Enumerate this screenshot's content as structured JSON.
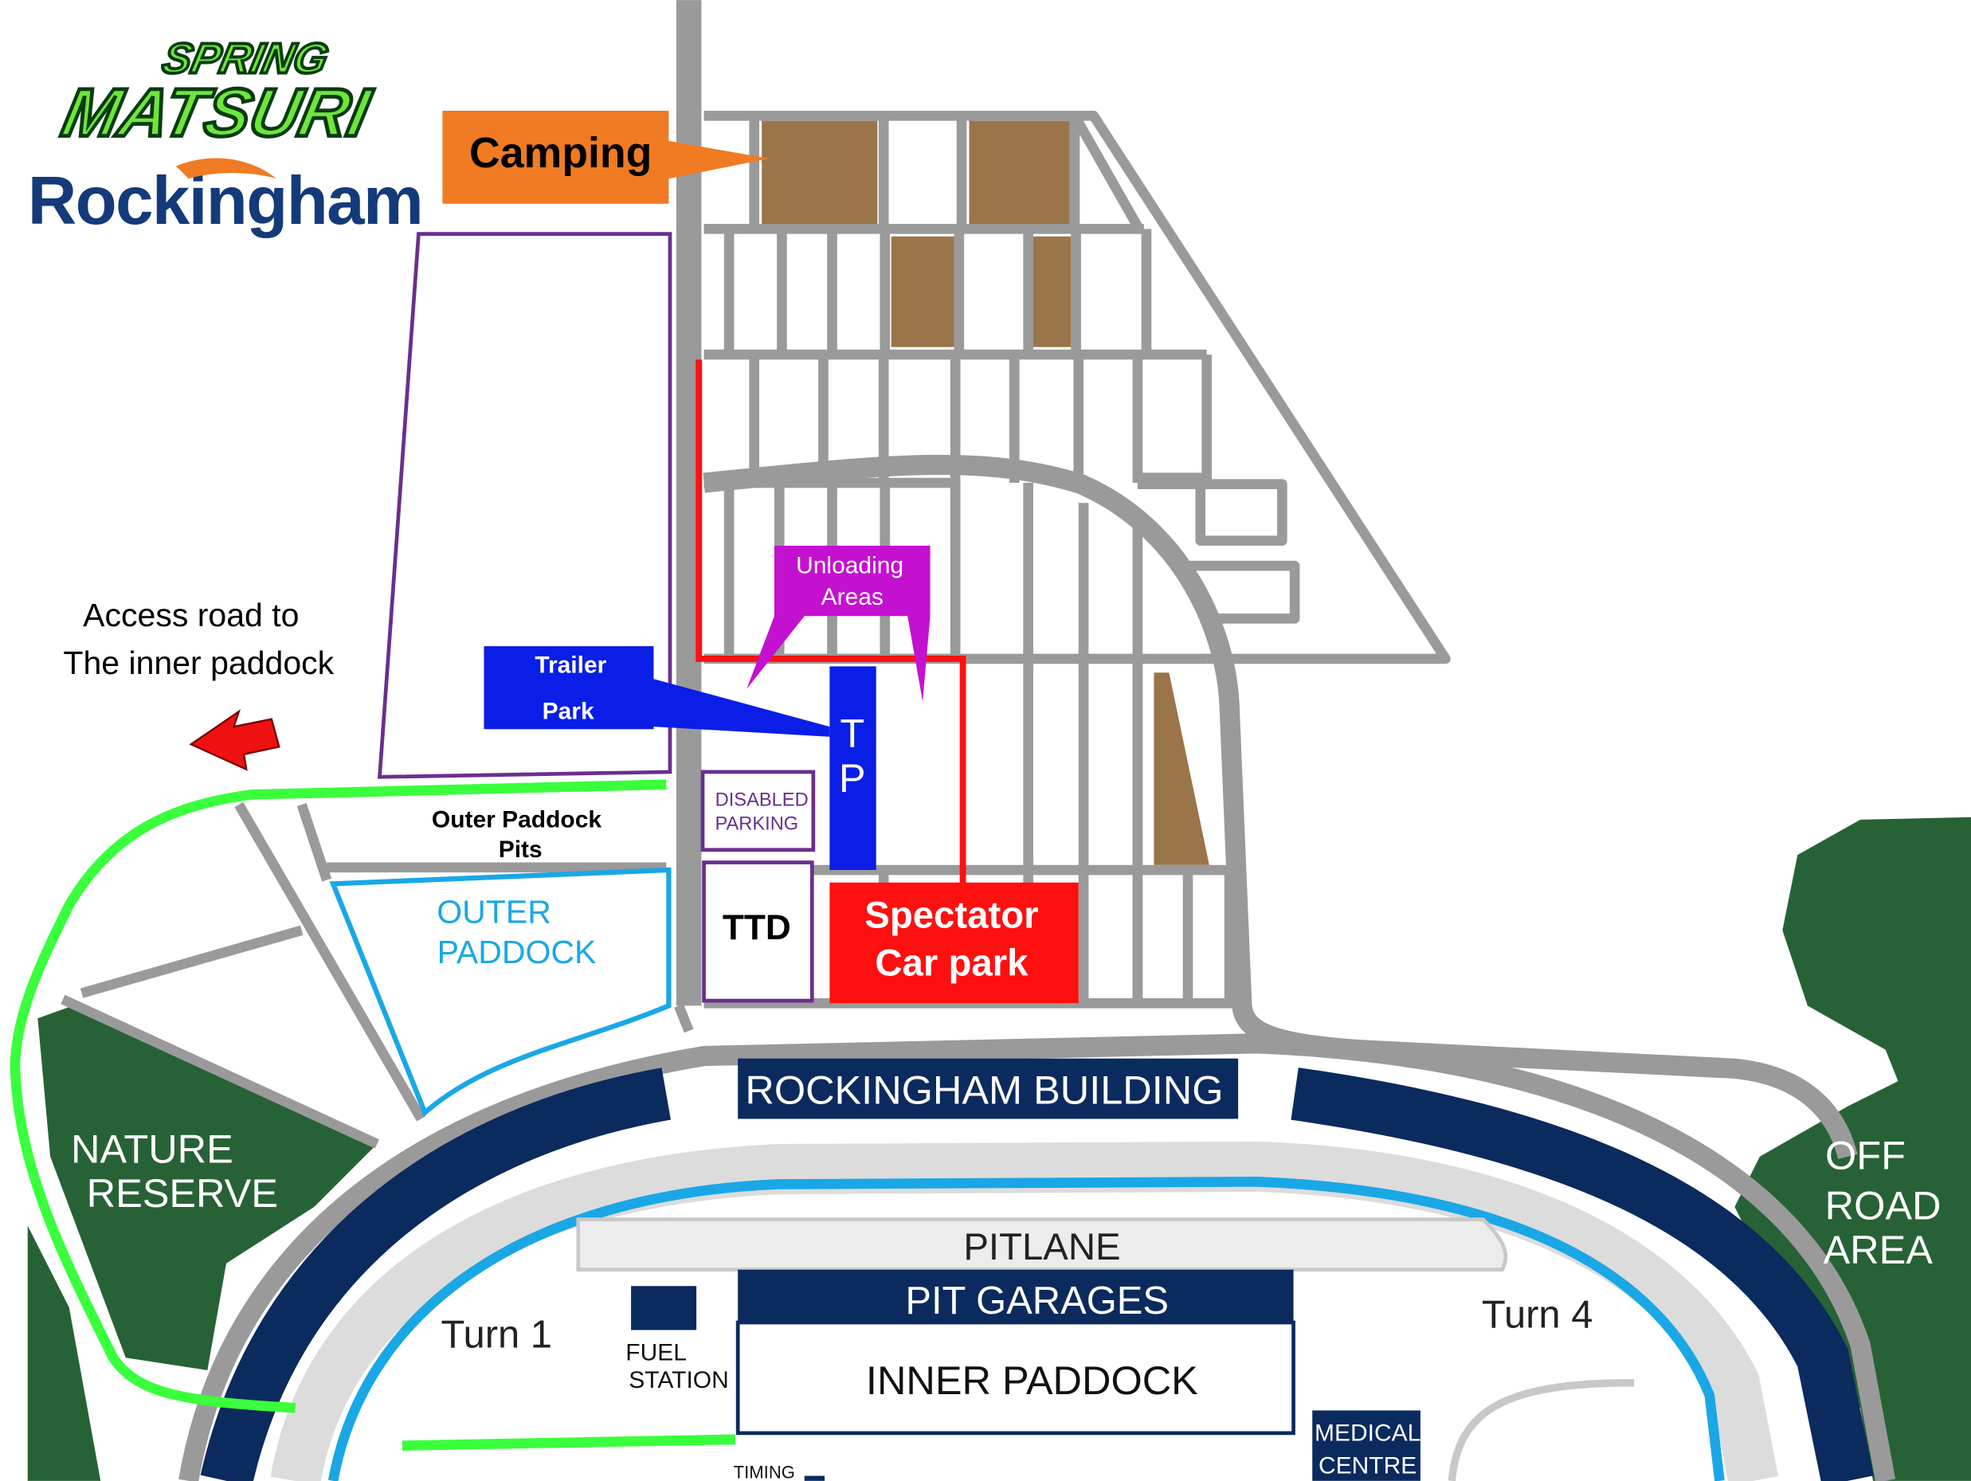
{
  "brand": {
    "logo_line1": "SPRING",
    "logo_line2": "MATSURI",
    "venue": "Rockingham"
  },
  "colors": {
    "road": "#9a9a9a",
    "blue_track_band": "#0b2a5e",
    "pit_lane_blue": "#1aa7e6",
    "green_route": "#39ff3c",
    "nature_green": "#276236",
    "camping_orange": "#f07b22",
    "camping_brown": "#9a7549",
    "trailer_blue": "#0a1ee8",
    "unloading_magenta": "#c411cf",
    "spectator_red": "#ff1010",
    "disabled_purple": "#6a2f8f",
    "outer_paddock_cyan": "#1aa7e6"
  },
  "labels": {
    "camping": "Camping",
    "access_road": [
      "Access road to",
      "The inner paddock"
    ],
    "trailer_park": [
      "Trailer",
      "Park"
    ],
    "tp": [
      "T",
      "P"
    ],
    "unloading": [
      "Unloading",
      "Areas"
    ],
    "disabled": [
      "DISABLED",
      "PARKING"
    ],
    "outer_pits": [
      "Outer Paddock",
      "Pits"
    ],
    "outer_paddock": [
      "OUTER",
      "PADDOCK"
    ],
    "ttd": "TTD",
    "spectator": [
      "Spectator",
      "Car park"
    ],
    "building": "ROCKINGHAM BUILDING",
    "nature": [
      "NATURE",
      "RESERVE"
    ],
    "off_road": [
      "OFF",
      "ROAD",
      "AREA"
    ],
    "pitlane": "PITLANE",
    "pit_garages": "PIT GARAGES",
    "inner_paddock": "INNER PADDOCK",
    "turn1": "Turn 1",
    "turn4": "Turn 4",
    "fuel": [
      "FUEL",
      "STATION"
    ],
    "medical": [
      "MEDICAL",
      "CENTRE"
    ],
    "timing": "TIMING"
  }
}
